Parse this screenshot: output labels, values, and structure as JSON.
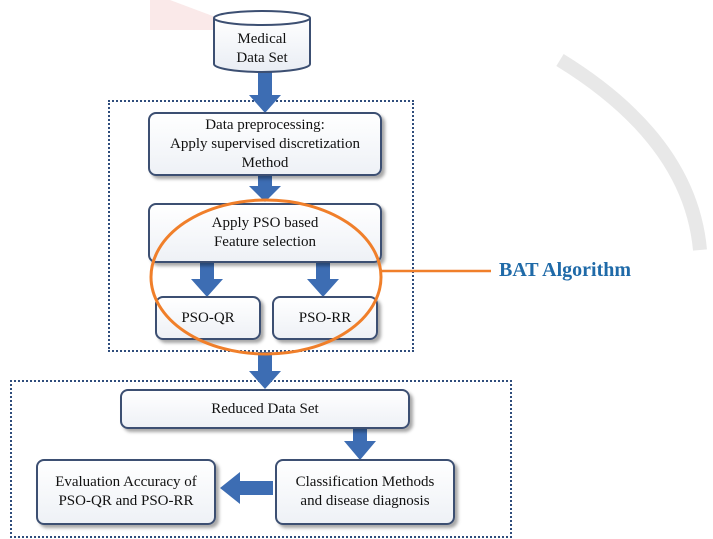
{
  "nodes": {
    "medical_data_set": "Medical\nData Set",
    "preprocessing": "Data preprocessing:\nApply supervised discretization\nMethod",
    "pso_feature_selection": "Apply PSO based\nFeature selection",
    "pso_qr": "PSO-QR",
    "pso_rr": "PSO-RR",
    "reduced_data_set": "Reduced Data Set",
    "classification": "Classification Methods\nand disease diagnosis",
    "evaluation": "Evaluation Accuracy of\nPSO-QR and PSO-RR"
  },
  "annotation": {
    "label": "BAT Algorithm",
    "ellipse_color": "#f07f2a",
    "label_color": "#1f6aa8"
  },
  "colors": {
    "arrow": "#3d6db3",
    "box_border": "#3c4f72",
    "dotted_border": "#2f4d7c"
  }
}
